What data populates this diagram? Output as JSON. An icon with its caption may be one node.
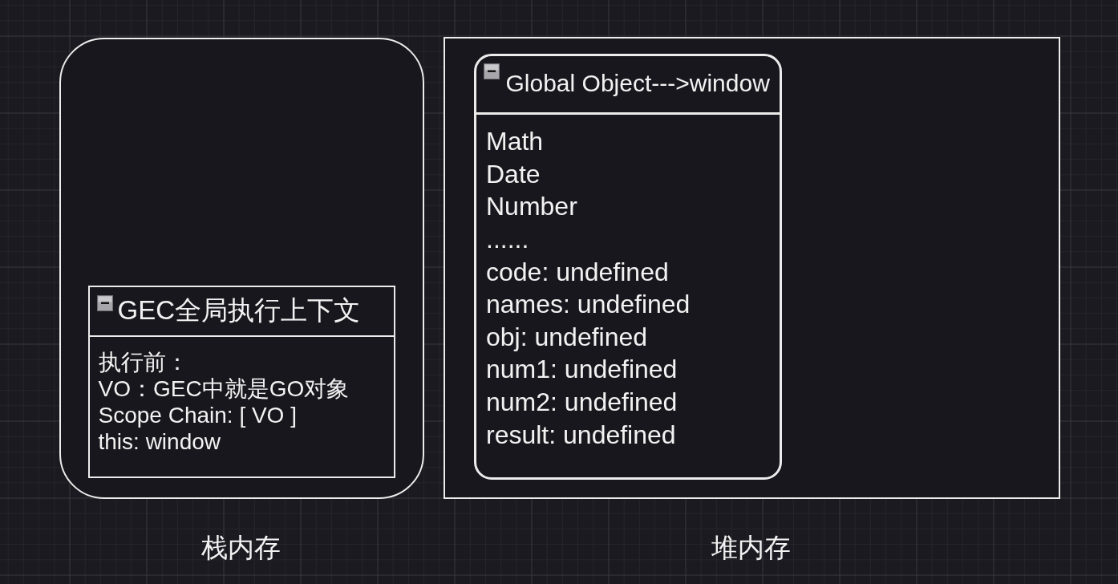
{
  "diagram": {
    "nodes": [
      {
        "text": [],
        "shape": "box",
        "beside": [
          "栈内存"
        ]
      },
      {
        "text": [
          "GEC全局执行上下文",
          "执行前：",
          "VO：GEC中就是GO对象",
          "Scope Chain: [ VO ]",
          "this: window"
        ],
        "in": 0
      },
      {
        "text": [],
        "shape": "box",
        "beside": [
          "堆内存"
        ]
      },
      {
        "text": [
          "Global Object--->window",
          "Math",
          "Date",
          "Number",
          "......",
          "code: undefined",
          "names: undefined",
          "obj: undefined",
          "num1: undefined",
          "num2: undefined",
          "result: undefined"
        ],
        "in": 2
      }
    ]
  }
}
